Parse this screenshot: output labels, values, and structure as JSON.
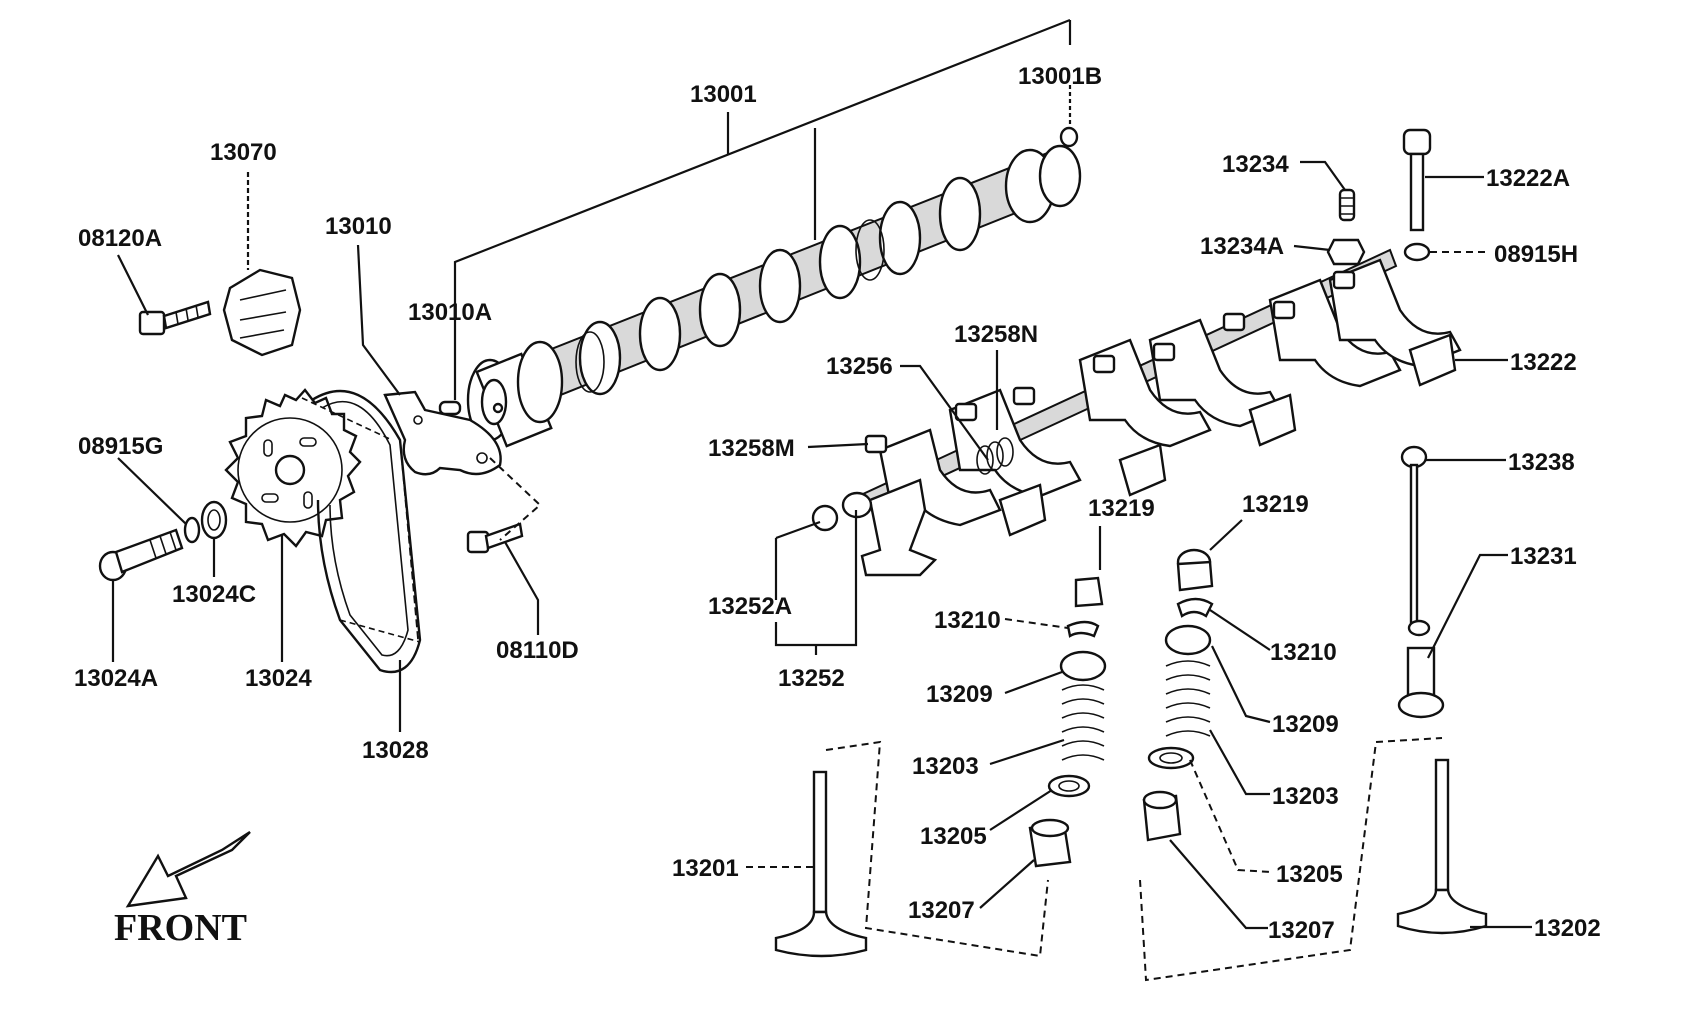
{
  "diagram": {
    "front_label": "FRONT",
    "labels": {
      "p13001": "13001",
      "p13001B": "13001B",
      "p13070": "13070",
      "p08120A": "08120A",
      "p13010": "13010",
      "p13010A": "13010A",
      "p08915G": "08915G",
      "p13024C": "13024C",
      "p13024A": "13024A",
      "p13024": "13024",
      "p13028": "13028",
      "p08110D": "08110D",
      "p13234": "13234",
      "p13222A": "13222A",
      "p13234A": "13234A",
      "p08915H": "08915H",
      "p13258N": "13258N",
      "p13256": "13256",
      "p13222": "13222",
      "p13258M": "13258M",
      "p13238": "13238",
      "p13219a": "13219",
      "p13219b": "13219",
      "p13231": "13231",
      "p13252A": "13252A",
      "p13210a": "13210",
      "p13210b": "13210",
      "p13252": "13252",
      "p13209a": "13209",
      "p13209b": "13209",
      "p13203a": "13203",
      "p13203b": "13203",
      "p13205a": "13205",
      "p13205b": "13205",
      "p13201": "13201",
      "p13207a": "13207",
      "p13207b": "13207",
      "p13202": "13202"
    }
  }
}
